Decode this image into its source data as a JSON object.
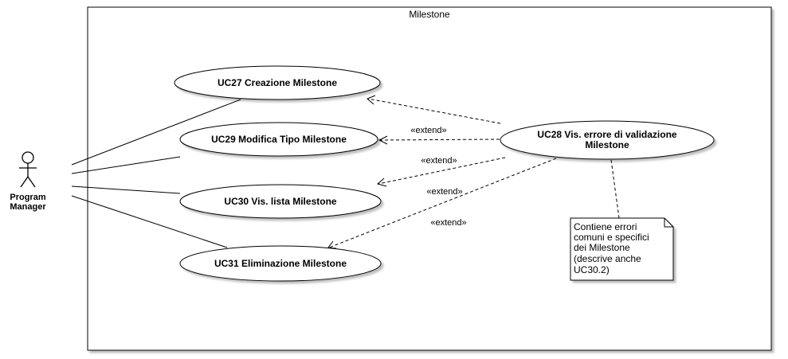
{
  "system": {
    "title": "Milestone"
  },
  "actor": {
    "line1": "Program",
    "line2": "Manager"
  },
  "use_cases": {
    "uc27": "UC27 Creazione Milestone",
    "uc29": "UC29 Modifica Tipo Milestone",
    "uc30": "UC30 Vis. lista Milestone",
    "uc31": "UC31 Eliminazione Milestone",
    "uc28_line1": "UC28 Vis. errore di validazione",
    "uc28_line2": "Milestone"
  },
  "extend_label": "«extend»",
  "extend_labels": [
    "«extend»",
    "«extend»",
    "«extend»",
    "«extend»"
  ],
  "note": {
    "lines": [
      "Contiene errori",
      "comuni e specifici",
      "dei Milestone",
      "(descrive anche",
      "UC30.2)"
    ]
  }
}
